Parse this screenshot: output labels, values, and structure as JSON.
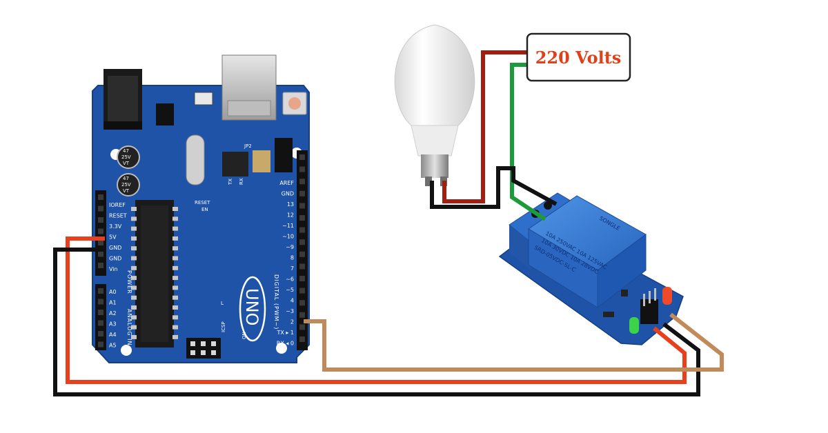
{
  "power_source": {
    "label": "220 Volts"
  },
  "arduino": {
    "model_label": "UNO",
    "cap_label_1": [
      "47",
      "25V",
      "VT"
    ],
    "cap_label_2": [
      "47",
      "25V",
      "VT"
    ],
    "power_pins": [
      "IOREF",
      "RESET",
      "3.3V",
      "5V",
      "GND",
      "GND",
      "Vin"
    ],
    "power_section_label": "POWER",
    "analog_pins": [
      "A0",
      "A1",
      "A2",
      "A3",
      "A4",
      "A5"
    ],
    "analog_section_label": "ANALOG IN",
    "digital_pins": [
      "AREF",
      "GND",
      "13",
      "12",
      "~11",
      "~10",
      "~9",
      "8",
      "7",
      "~6",
      "~5",
      "4",
      "~3",
      "2",
      "TX ▸ 1",
      "RX ◂ 0"
    ],
    "digital_section_label": "DIGITAL (PWM~)",
    "misc_labels": {
      "jp2": "JP2",
      "reset": "RESET",
      "en": "EN",
      "tx": "TX",
      "rx": "RX",
      "on": "ON",
      "l": "L",
      "icsp": "ICSP"
    }
  },
  "relay": {
    "brand": "SONGLE",
    "rating_lines": [
      "10A 250VAC  10A 125VAC",
      "10A 30VDC  10A 28VDC"
    ],
    "model": "SRD-05VDC-SL-C"
  },
  "colors": {
    "board_blue": "#1f53a8",
    "relay_blue": "#2f76d2",
    "wire_red": "#e8401d",
    "wire_black": "#111111",
    "wire_brown": "#c08a5a",
    "wire_dark_red": "#a01e12",
    "wire_green": "#1c9a3c"
  }
}
